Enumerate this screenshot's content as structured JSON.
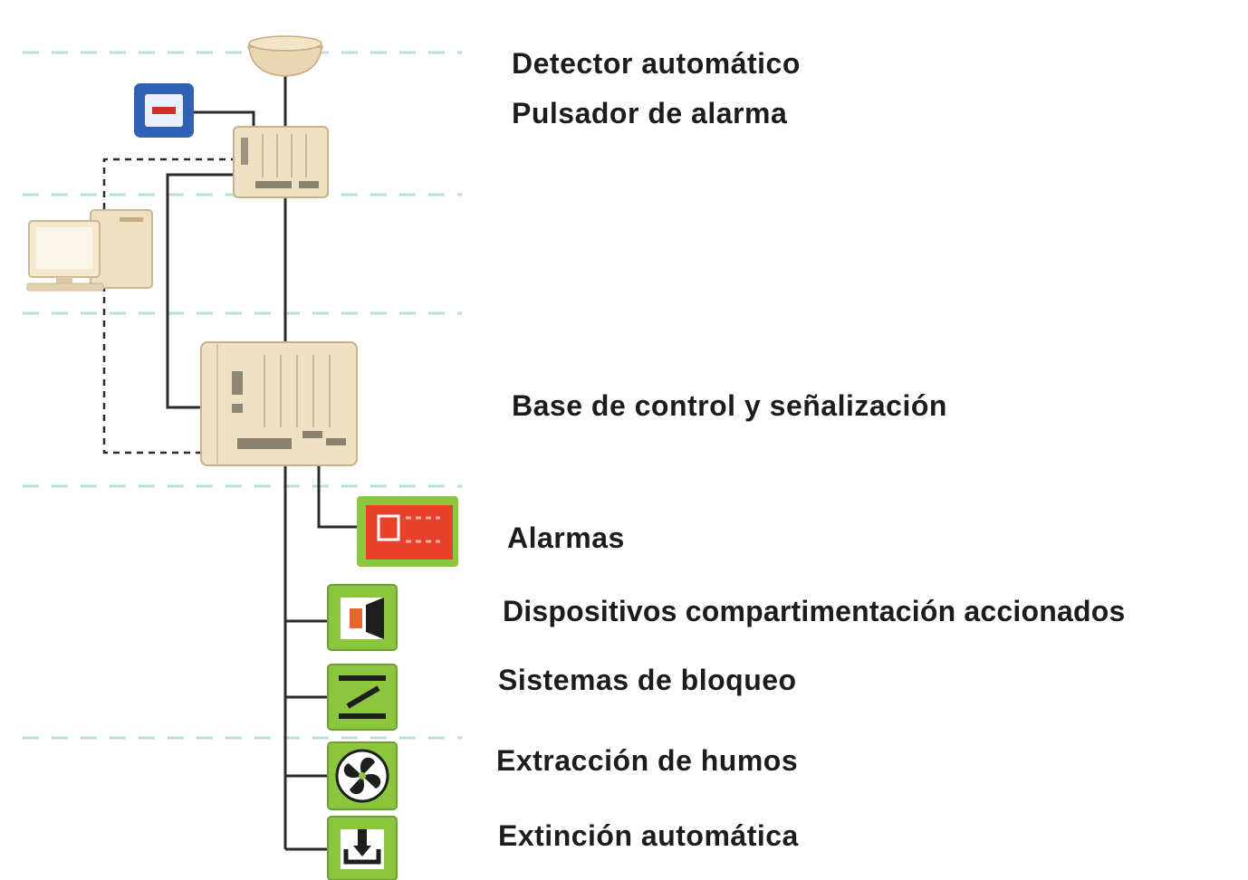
{
  "labels": {
    "detector": "Detector automático",
    "pulsador": "Pulsador de alarma",
    "base": "Base de control y señalización",
    "alarmas": "Alarmas",
    "dispositivos": "Dispositivos compartimentación accionados",
    "bloqueo": "Sistemas de bloqueo",
    "humos": "Extracción de humos",
    "extincion": "Extinción automática"
  },
  "colors": {
    "line": "#2b2b2b",
    "zone_divider": "#b9dfe0",
    "device_body": "#efe2c4",
    "green_panel": "#8cc63f",
    "alarm_red": "#e8412b",
    "pulsador_blue": "#2f62b5"
  },
  "icons": {
    "detector": "smoke-detector-icon",
    "pulsador": "manual-call-point-icon",
    "repeater": "control-module-icon",
    "computer": "workstation-icon",
    "base": "control-panel-icon",
    "alarmas": "alarm-siren-icon",
    "dispositivos": "fire-door-icon",
    "bloqueo": "lock-system-icon",
    "humos": "smoke-fan-icon",
    "extincion": "extinguishing-icon"
  }
}
